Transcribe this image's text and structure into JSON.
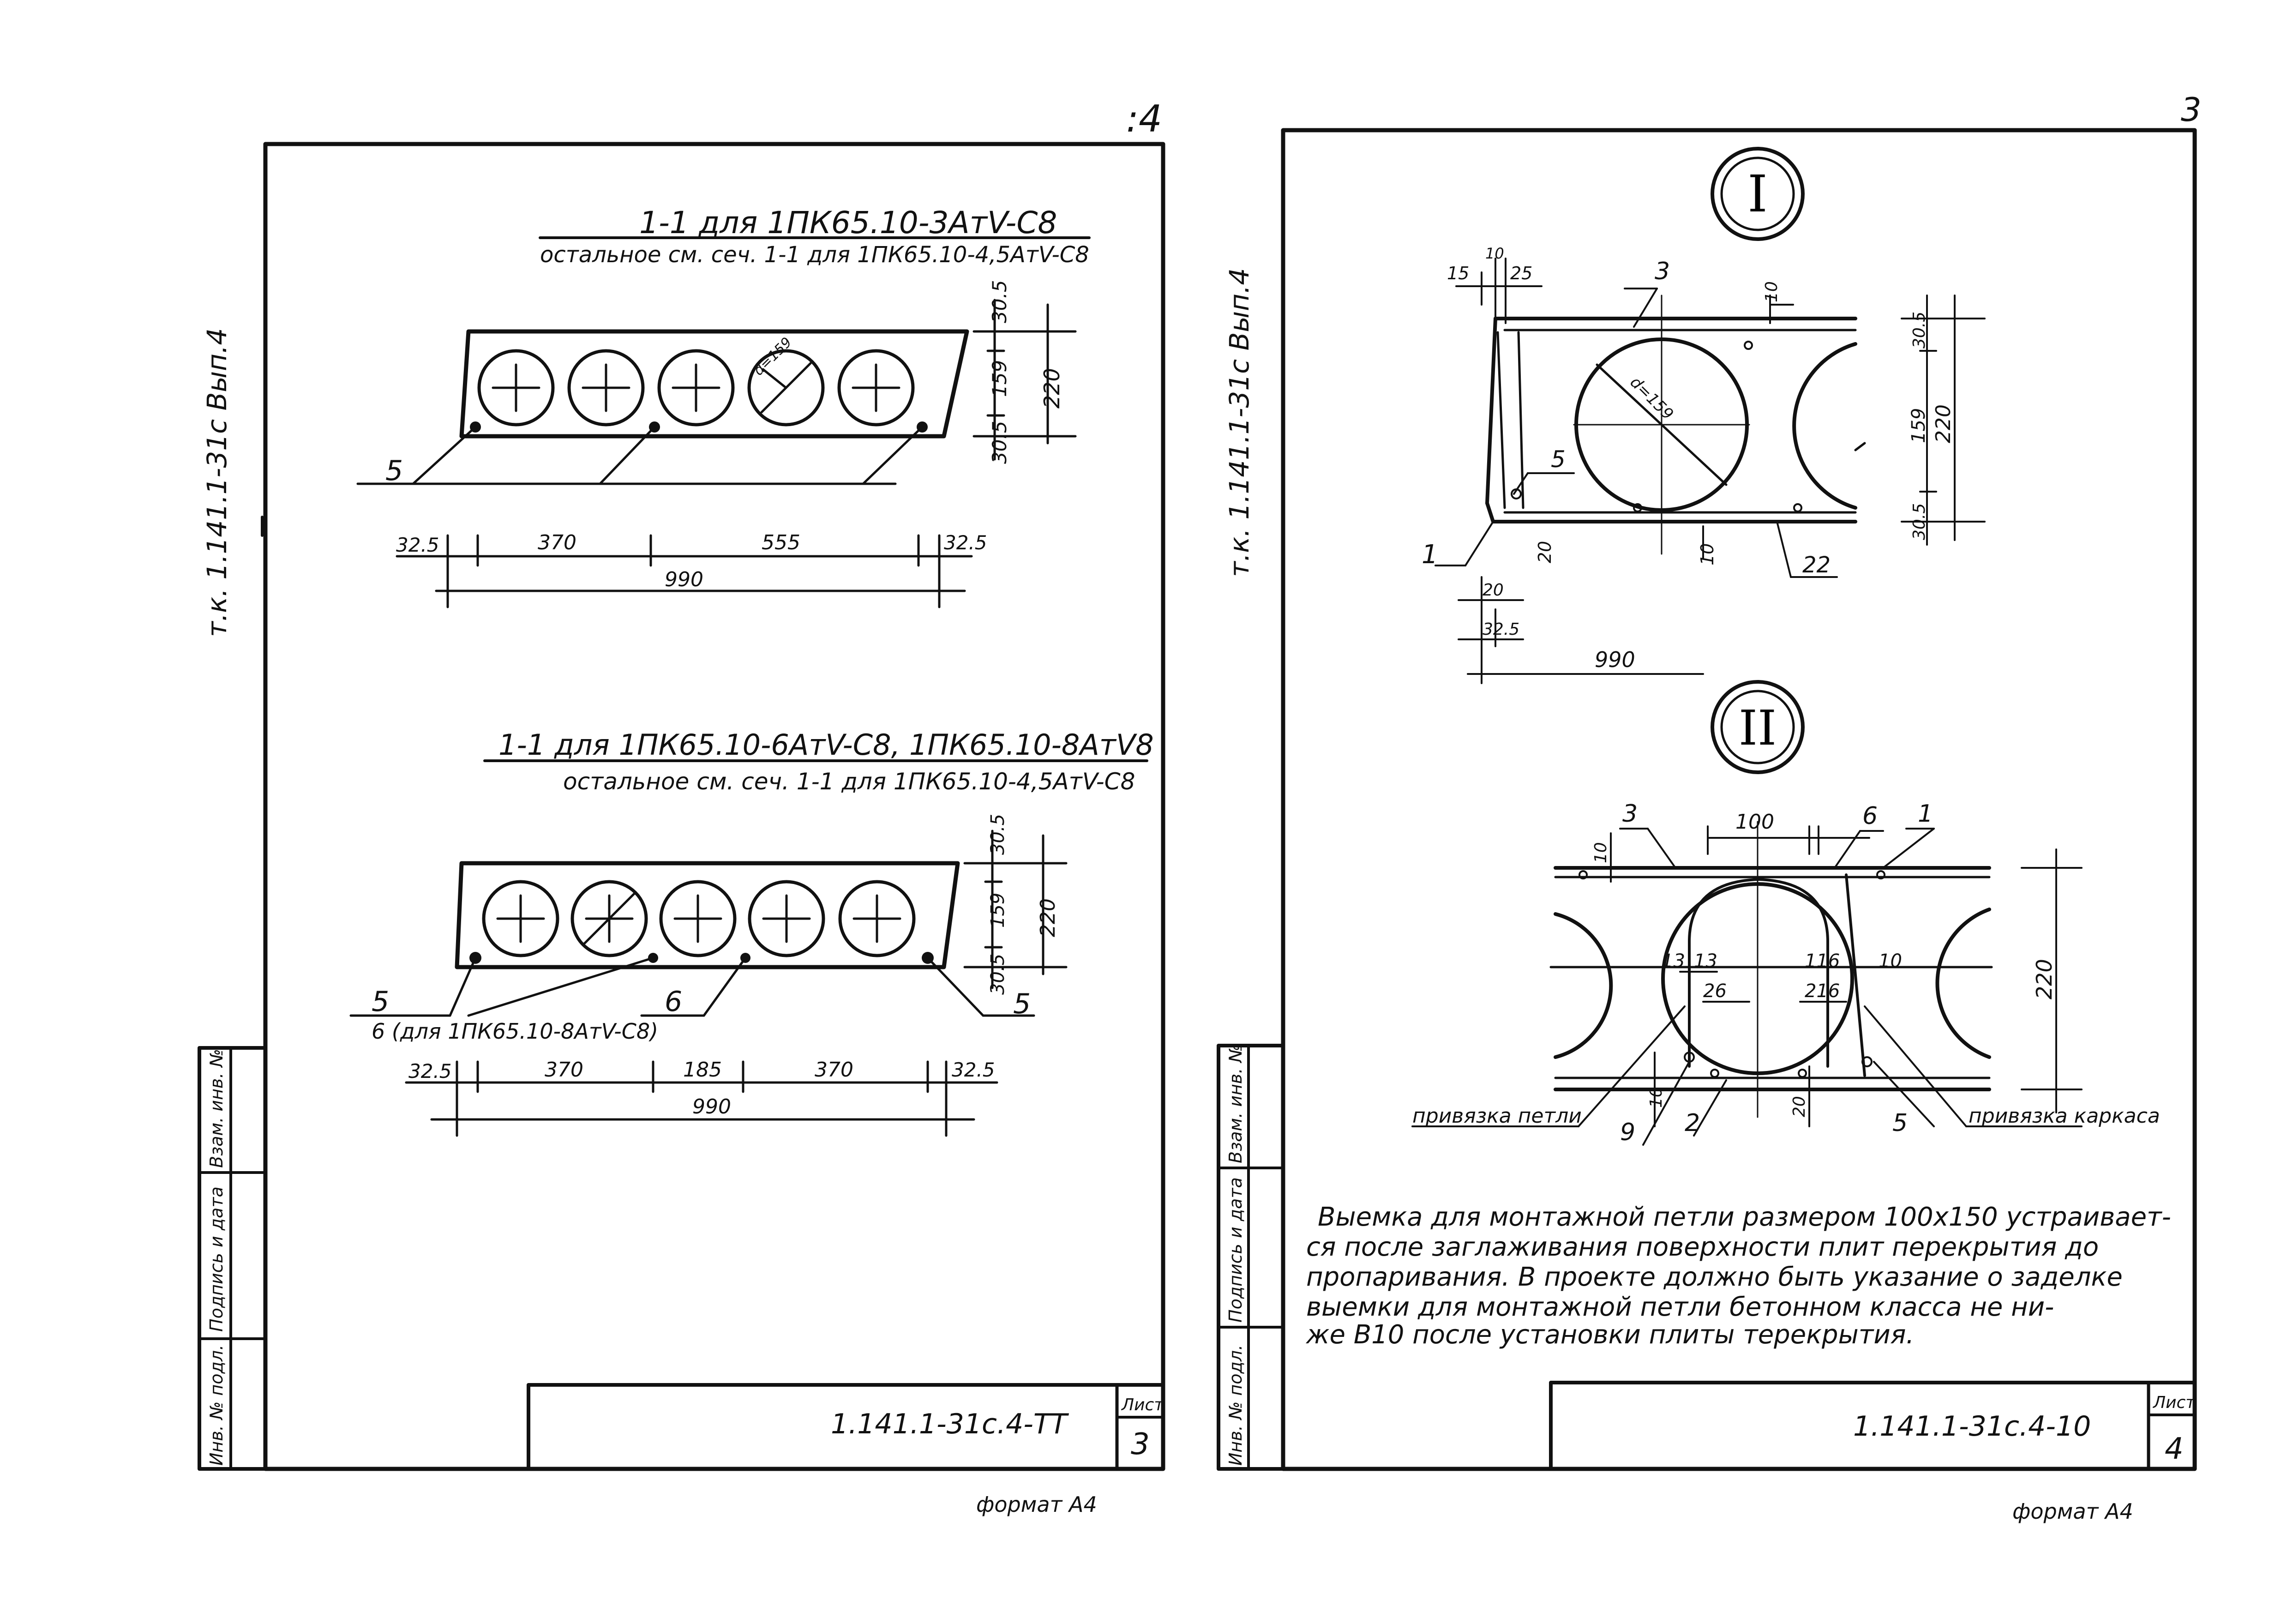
{
  "left_sheet": {
    "corner_mark": ":4",
    "side_label": "т.к. 1.141.1-31с Вып.4",
    "section_top": {
      "title": "1-1 для 1ПК65.10-3АтV-С8",
      "subtitle": "остальное см. сеч. 1-1 для 1ПК65.10-4,5АтV-С8",
      "dim_top": "30.5",
      "dim_mid": "159",
      "dim_bottom": "30.5",
      "dim_height": "220",
      "dim_d": "d=159",
      "callout": "5",
      "dim_row1": [
        "32.5",
        "370",
        "555",
        "32.5"
      ],
      "dim_total": "990"
    },
    "section_bottom": {
      "title": "1-1 для 1ПК65.10-6АтV-С8, 1ПК65.10-8АтV8",
      "subtitle": "остальное см. сеч. 1-1 для 1ПК65.10-4,5АтV-С8",
      "dim_top": "30.5",
      "dim_mid": "159",
      "dim_bottom": "30.5",
      "dim_height": "220",
      "callout_left": "5",
      "callout_left_note": "6 (для 1ПК65.10-8АтV-С8)",
      "callout_mid": "6",
      "callout_right": "5",
      "dim_row1": [
        "32.5",
        "370",
        "185",
        "370",
        "32.5"
      ],
      "dim_total": "990"
    },
    "stamp_labels": [
      "Инв. № подл.",
      "Подпись и дата",
      "Взам. инв. №"
    ],
    "title_block": {
      "code": "1.141.1-31с.4-ТТ",
      "sheet_label": "Лист",
      "sheet_number": "3"
    },
    "format_note": "формат А4"
  },
  "right_sheet": {
    "corner_mark": "3",
    "side_label": "т.к. 1.141.1-31с Вып.4",
    "node_1": {
      "marker": "I",
      "dims_top": [
        "15",
        "10",
        "25"
      ],
      "callout_3": "3",
      "dim_10_top": "10",
      "dim_top": "30.5",
      "dim_mid": "159",
      "dim_bottom": "30.5",
      "dim_height": "220",
      "dim_d": "d=159",
      "callout_5": "5",
      "callout_1": "1",
      "dim_20": "20",
      "dim_10_bot": "10",
      "callout_22": "22",
      "dims_left": [
        "20",
        "32.5"
      ],
      "dim_total": "990"
    },
    "node_2": {
      "marker": "II",
      "callout_3": "3",
      "dim_10": "10",
      "dim_100": "100",
      "callout_6": "6",
      "callout_1": "1",
      "dim_height": "220",
      "dims_mid": [
        "13",
        "13",
        "116",
        "10"
      ],
      "dims_lower": [
        "26",
        "216"
      ],
      "dims_bottom": [
        "10",
        "20"
      ],
      "label_loop": "привязка петли",
      "callout_9": "9",
      "callout_2": "2",
      "callout_5": "5",
      "label_frame": "привязка каркаса"
    },
    "note_lines": [
      "Выемка для монтажной петли размером 100х150 устраивает-",
      "ся после заглаживания поверхности плит перекрытия до",
      "пропаривания. В проекте должно быть указание о заделке",
      "выемки для монтажной петли бетонном класса не ни-",
      "же В10 после установки плиты терекрытия."
    ],
    "stamp_labels": [
      "Инв. № подл.",
      "Подпись и дата",
      "Взам. инв. №"
    ],
    "title_block": {
      "code": "1.141.1-31с.4-10",
      "sheet_label": "Лист",
      "sheet_number": "4"
    },
    "format_note": "формат А4"
  }
}
